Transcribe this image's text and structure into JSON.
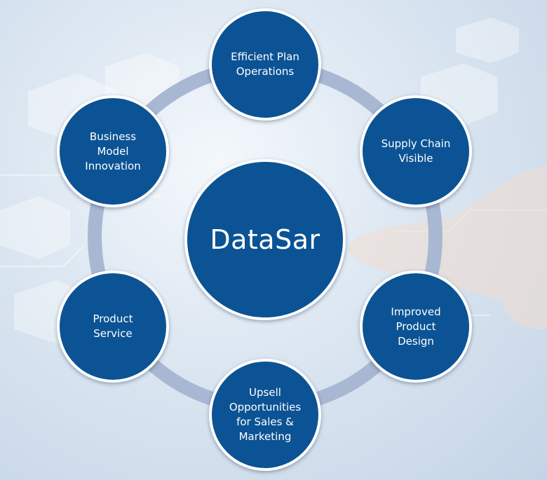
{
  "center": {
    "label": "DataSar"
  },
  "outer_nodes": [
    {
      "id": "top",
      "label": "Efficient Plan\nOperations"
    },
    {
      "id": "upper-right",
      "label": "Supply Chain\nVisible"
    },
    {
      "id": "lower-right",
      "label": "Improved\nProduct\nDesign"
    },
    {
      "id": "bottom",
      "label": "Upsell\nOpportunities\nfor Sales &\nMarketing"
    },
    {
      "id": "lower-left",
      "label": "Product\nService"
    },
    {
      "id": "upper-left",
      "label": "Business\nModel\nInnovation"
    }
  ],
  "colors": {
    "node_fill": "#0b5394",
    "node_border": "#ffffff",
    "ring": "#a9b8d2"
  }
}
